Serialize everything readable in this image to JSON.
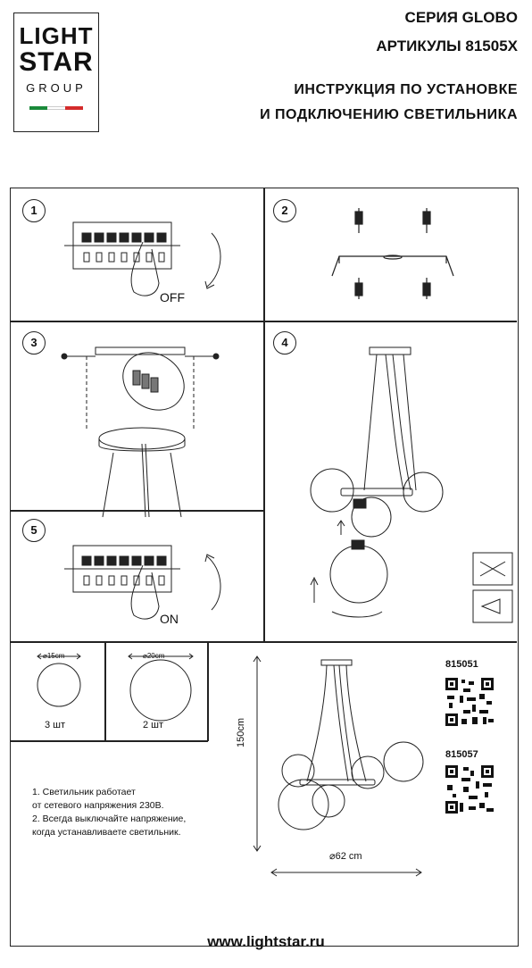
{
  "logo": {
    "line1": "LIGHT",
    "line2": "STAR",
    "line3": "GROUP",
    "flag_colors": [
      "#1a8a3a",
      "#ffffff",
      "#d42b2b"
    ]
  },
  "header": {
    "series": "СЕРИЯ GLOBO",
    "articles": "АРТИКУЛЫ 81505X",
    "instruction_line1": "ИНСТРУКЦИЯ ПО УСТАНОВКЕ",
    "instruction_line2": "И ПОДКЛЮЧЕНИЮ СВЕТИЛЬНИКА"
  },
  "steps": {
    "s1": "1",
    "s2": "2",
    "s3": "3",
    "s4": "4",
    "s5": "5",
    "off_label": "OFF",
    "on_label": "ON"
  },
  "shades": {
    "small": {
      "diameter": "⌀15cm",
      "qty": "3 шт"
    },
    "large": {
      "diameter": "⌀20cm",
      "qty": "2 шт"
    }
  },
  "dimensions": {
    "height": "150cm",
    "width": "⌀62 cm"
  },
  "articles": [
    {
      "code": "815051"
    },
    {
      "code": "815057"
    }
  ],
  "notes": {
    "n1a": "1. Светильник работает",
    "n1b": "от сетевого напряжения 230В.",
    "n2a": "2. Всегда выключайте напряжение,",
    "n2b": "когда устанавливаете светильник."
  },
  "footer": {
    "website": "www.lightstar.ru"
  }
}
